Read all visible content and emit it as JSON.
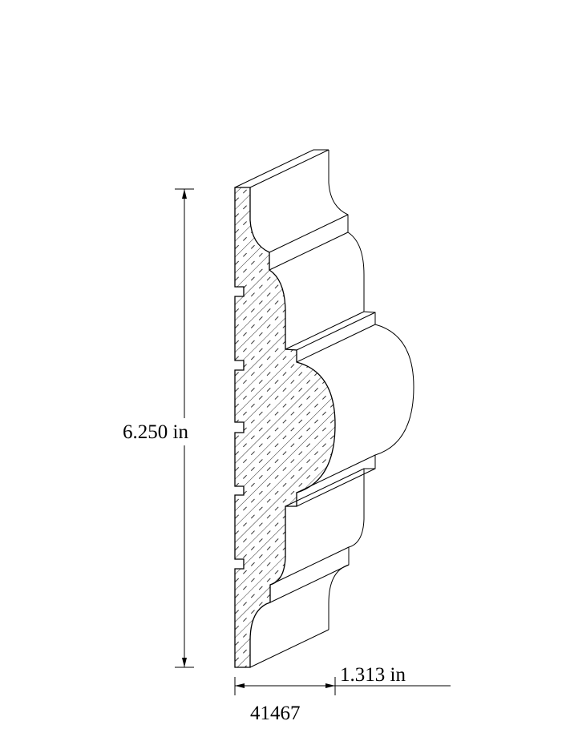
{
  "dimensions": {
    "height_label": "6.250 in",
    "width_label": "1.313 in"
  },
  "part_number": "41467",
  "colors": {
    "line": "#000000",
    "background": "#ffffff"
  }
}
